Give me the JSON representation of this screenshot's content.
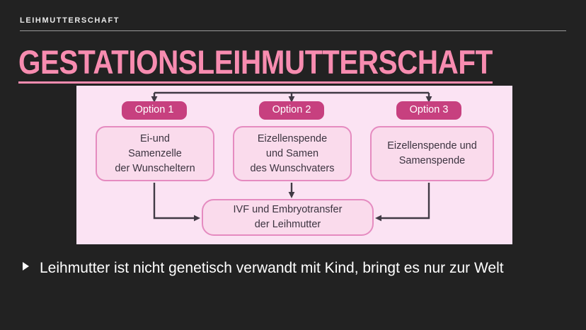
{
  "header": {
    "eyebrow": "LEIHMUTTERSCHAFT"
  },
  "title": "GESTATIONSLEIHMUTTERSCHAFT",
  "diagram": {
    "badges": [
      {
        "label": "Option 1"
      },
      {
        "label": "Option 2"
      },
      {
        "label": "Option 3"
      }
    ],
    "boxes": [
      {
        "line1": "Ei-und",
        "line2": "Samenzelle",
        "line3": "der Wunscheltern"
      },
      {
        "line1": "Eizellenspende",
        "line2": "und Samen",
        "line3": "des Wunschvaters"
      },
      {
        "line1": "Eizellenspende und",
        "line2": "Samenspende",
        "line3": ""
      }
    ],
    "result_box": {
      "line1": "IVF und Embryotransfer",
      "line2": "der Leihmutter"
    }
  },
  "bullets": [
    {
      "marker": "triangle-right-bullet-icon",
      "text": "Leihmutter ist nicht genetisch verwandt mit Kind, bringt es nur zur Welt"
    }
  ],
  "colors": {
    "background": "#222222",
    "title_pink": "#f78cb0",
    "panel_bg": "#fbe3f3",
    "badge_bg": "#c7407f",
    "box_bg": "#fadbec",
    "box_border": "#e58bc0",
    "connector": "#403a44",
    "text_light": "#ffffff"
  }
}
